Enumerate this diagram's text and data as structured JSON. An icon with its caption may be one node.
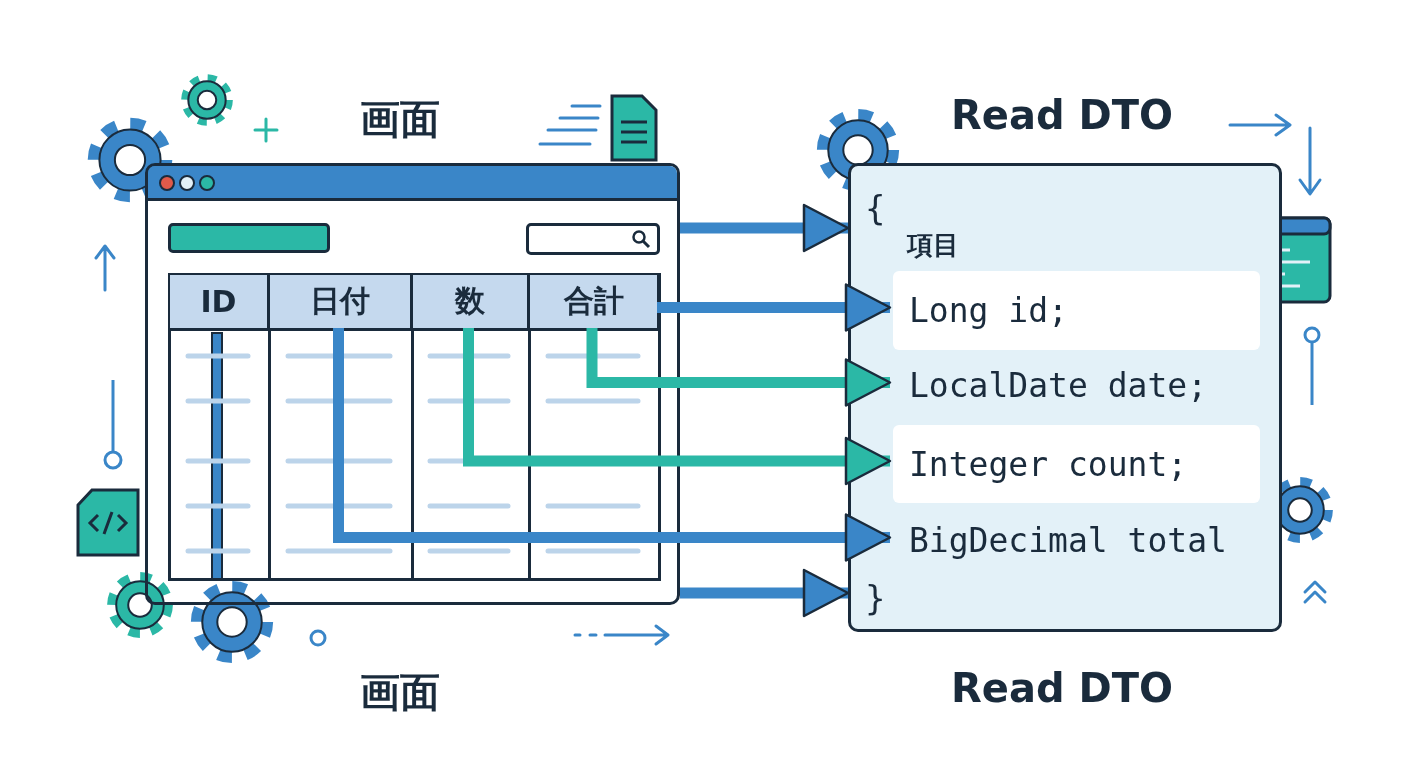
{
  "diagram": {
    "nodes": [
      {
        "text": [],
        "shape": "box"
      },
      {
        "text": [
          "ID"
        ],
        "in": 0
      },
      {
        "text": [
          "日付"
        ],
        "in": 0
      },
      {
        "text": [
          "数"
        ],
        "in": 0
      },
      {
        "text": [
          "合計"
        ],
        "in": 0
      },
      {
        "text": [
          "{",
          "項目",
          "}"
        ]
      },
      {
        "text": [
          "Long id;"
        ],
        "in": 5
      },
      {
        "text": [
          "LocalDate date;"
        ],
        "in": 5
      },
      {
        "text": [
          "Integer count;"
        ],
        "in": 5
      },
      {
        "text": [
          "BigDecimal total"
        ],
        "in": 5
      }
    ],
    "edges": [
      {
        "from": 0,
        "to": 5,
        "arrow": "to",
        "color": "#3a86c8"
      },
      {
        "from": 0,
        "to": 5,
        "arrow": "to",
        "color": "#3a86c8"
      },
      {
        "from": 4,
        "to": 6,
        "arrow": "to",
        "color": "#3a86c8"
      },
      {
        "from": 4,
        "to": 7,
        "arrow": "to",
        "color": "#2bb8a6"
      },
      {
        "from": 3,
        "to": 8,
        "arrow": "to",
        "color": "#2bb8a6"
      },
      {
        "from": 2,
        "to": 9,
        "arrow": "to",
        "color": "#3a86c8"
      }
    ],
    "labels": [
      "画面",
      "Read DTO",
      "画面",
      "Read DTO"
    ]
  }
}
